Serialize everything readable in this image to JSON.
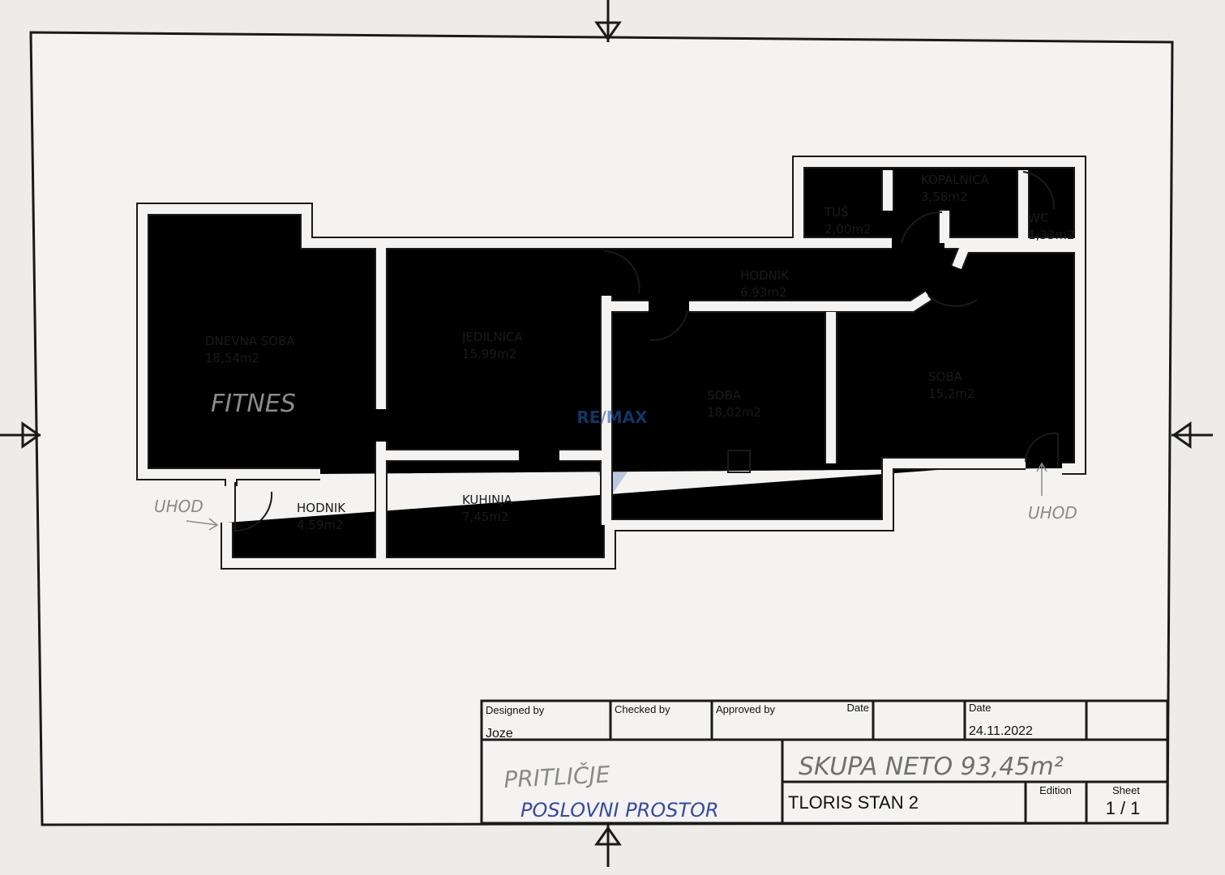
{
  "plan": {
    "rooms": [
      {
        "name": "DNEVNA SOBA",
        "area": "18,54m2"
      },
      {
        "name": "JEDILNICA",
        "area": "15,99m2"
      },
      {
        "name": "HODNIK",
        "area": "6.93m2"
      },
      {
        "name": "TUŠ",
        "area": "2,00m2"
      },
      {
        "name": "KOPALNICA",
        "area": "3,58m2"
      },
      {
        "name": "WC",
        "area": "1,33m2"
      },
      {
        "name": "SOBA",
        "area": "18,02m2"
      },
      {
        "name": "SOBA",
        "area": "15,2m2"
      },
      {
        "name": "KUHINJA",
        "area": "7,45m2"
      },
      {
        "name": "HODNIK",
        "area": "4.59m2"
      }
    ],
    "handwritten": {
      "fitness": "FITNES",
      "entrance_left": "UHOD",
      "entrance_right": "UHOD"
    },
    "watermark": "RE/MAX"
  },
  "title_block": {
    "designed_by_label": "Designed by",
    "designed_by": "Joze",
    "checked_by_label": "Checked by",
    "approved_by_label": "Approved by",
    "date_label_1": "Date",
    "date_label_2": "Date",
    "date": "24.11.2022",
    "floor_note": "PRITLIČJE",
    "use_note": "POSLOVNI PROSTOR",
    "total_note": "SKUPA NETO 93,45m²",
    "drawing_title": "TLORIS STAN 2",
    "edition_label": "Edition",
    "sheet_label": "Sheet",
    "sheet": "1 / 1"
  }
}
